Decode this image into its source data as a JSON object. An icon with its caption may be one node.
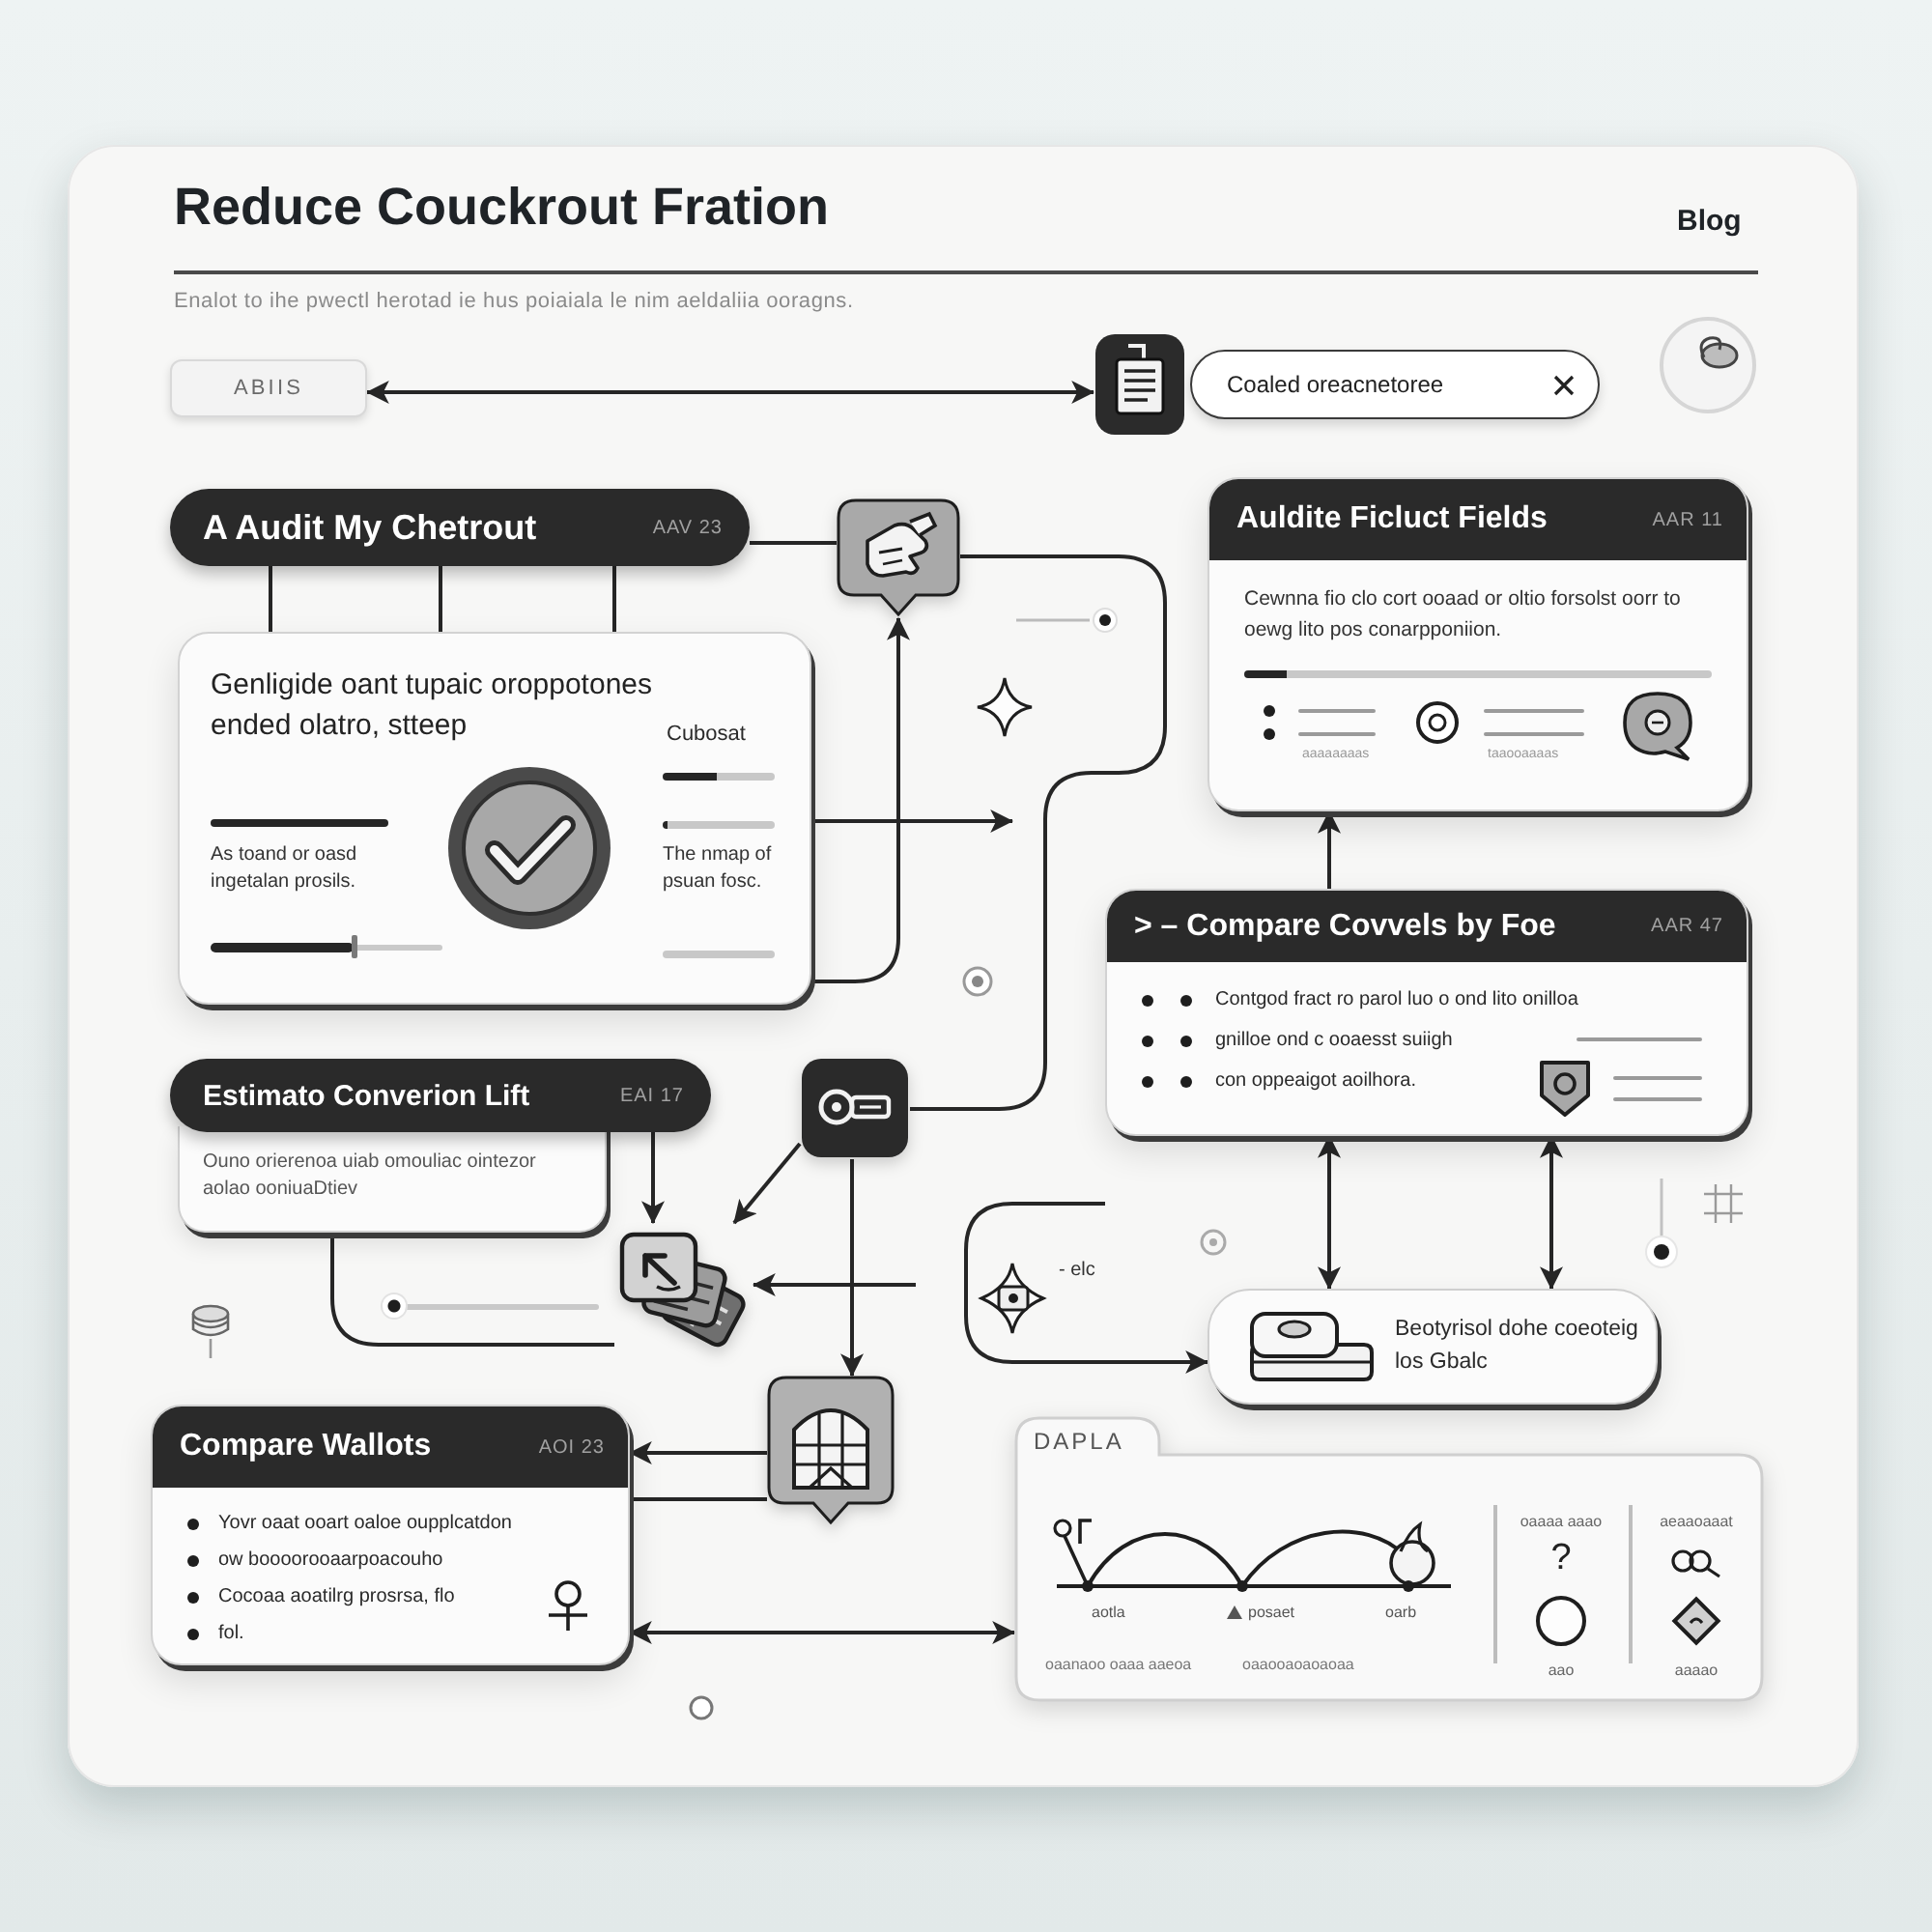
{
  "diagram": {
    "title": "Reduce Couckrout Fration",
    "nodes": [
      {
        "text": [
          "ABIIS"
        ]
      },
      {
        "text": [
          "Coaled oreacnetoree"
        ]
      },
      {
        "text": [
          "A Audit My Chetrout",
          "AAV 23"
        ]
      },
      {
        "text": [
          "Genligide oant tupaic oroppotones ended olatro, stteep",
          "As toand or oasd ingetalan prosils.",
          "Cubosat",
          "The nmap of psuan fosc."
        ]
      },
      {
        "text": [],
        "shape": "picture"
      },
      {
        "text": [
          "Auldite Ficluct Fields",
          "AAR 11",
          "Cewnna fio clo cort ooaad or oltio forsolst oorr to oewg lito pos conarpponiion.",
          "aaaaaaaas",
          "taaooaaaas"
        ]
      },
      {
        "text": [
          "> – Compare Covvels by Foe",
          "AAR 47",
          "Contgod fract ro parol luo o ond lito onilloa",
          "gnilloe ond c ooaesst suiigh",
          "con oppeaigot aoilhora."
        ]
      },
      {
        "text": [],
        "shape": "picture"
      },
      {
        "text": [
          "Estimato Converion Lift",
          "EAI 17"
        ]
      },
      {
        "text": [
          "Ouno orierenoa uiab omouliac ointezor aolao ooniuaDtiev"
        ]
      },
      {
        "text": [],
        "shape": "picture"
      },
      {
        "text": [
          "Beotyrisol dohe coeoteig los Gbalc"
        ]
      },
      {
        "text": [
          "Compare Wallots",
          "AOI 23",
          "Yovr oaat ooart oaloe oupplcatdon",
          "ow boooorooaarpoacouho",
          "Cocoaa aoatilrg prosrsa, flo",
          "fol."
        ]
      },
      {
        "text": [],
        "shape": "picture"
      },
      {
        "text": [
          "DAPLA",
          "aotla",
          "posaet",
          "oarb",
          "oaanaoo oaaa aaeoa",
          "oaaooaoaoaoaa",
          "oaaaa aaao",
          "?",
          "aao",
          "aeaaoaaat",
          "aaaao"
        ]
      }
    ],
    "edges": [
      {
        "from": 0,
        "to": 1,
        "arrow": "both"
      },
      {
        "from": 2,
        "to": 4,
        "arrow": "none"
      },
      {
        "from": 2,
        "to": 3,
        "arrow": "none"
      },
      {
        "from": 2,
        "to": 3,
        "arrow": "none"
      },
      {
        "from": 2,
        "to": 3,
        "arrow": "none"
      },
      {
        "from": 3,
        "to": 4,
        "arrow": "to"
      },
      {
        "from": 3,
        "to": null,
        "arrow": "to"
      },
      {
        "from": 4,
        "to": 7,
        "arrow": "none"
      },
      {
        "from": 6,
        "to": 5,
        "arrow": "to"
      },
      {
        "from": 6,
        "to": 11,
        "arrow": "both"
      },
      {
        "from": 6,
        "to": 11,
        "arrow": "both"
      },
      {
        "from": null,
        "to": 11,
        "arrow": "to"
      },
      {
        "from": 7,
        "to": 10,
        "arrow": "to"
      },
      {
        "from": 7,
        "to": 13,
        "arrow": "to"
      },
      {
        "from": null,
        "to": 10,
        "arrow": "to"
      },
      {
        "from": 8,
        "to": 10,
        "arrow": "to"
      },
      {
        "from": 9,
        "to": 10,
        "arrow": "none"
      },
      {
        "from": 13,
        "to": 12,
        "arrow": "to"
      },
      {
        "from": 13,
        "to": 12,
        "arrow": "none"
      },
      {
        "from": 12,
        "to": 14,
        "arrow": "both"
      }
    ],
    "labels": [
      "Blog",
      "Enalot to ihe pwectl herotad ie hus poiaiala le nim aeldaliia ooragns.",
      "- elc"
    ]
  }
}
